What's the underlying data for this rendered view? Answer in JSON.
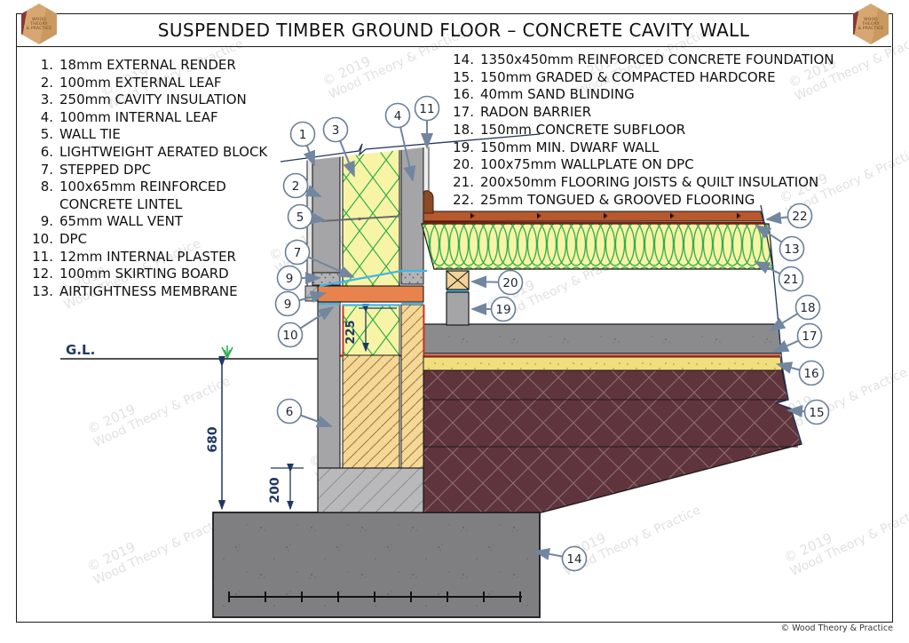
{
  "title": "SUSPENDED TIMBER GROUND FLOOR – CONCRETE CAVITY WALL",
  "logo": {
    "line1": "WOOD",
    "line2": "THEORY",
    "line3": "& PRACTICE"
  },
  "watermark": {
    "line1": "© 2019",
    "line2": "Wood Theory & Practice"
  },
  "footer_credit": "© Wood Theory & Practice",
  "legend_left": [
    {
      "num": "1.",
      "text": "18mm EXTERNAL RENDER"
    },
    {
      "num": "2.",
      "text": "100mm EXTERNAL LEAF"
    },
    {
      "num": "3.",
      "text": "250mm CAVITY INSULATION"
    },
    {
      "num": "4.",
      "text": "100mm INTERNAL LEAF"
    },
    {
      "num": "5.",
      "text": "WALL TIE"
    },
    {
      "num": "6.",
      "text": "LIGHTWEIGHT AERATED BLOCK"
    },
    {
      "num": "7.",
      "text": "STEPPED DPC"
    },
    {
      "num": "8.",
      "text": "100x65mm REINFORCED CONCRETE LINTEL"
    },
    {
      "num": "9.",
      "text": "65mm WALL VENT"
    },
    {
      "num": "10.",
      "text": "DPC"
    },
    {
      "num": "11.",
      "text": "12mm INTERNAL PLASTER"
    },
    {
      "num": "12.",
      "text": "100mm SKIRTING BOARD"
    },
    {
      "num": "13.",
      "text": "AIRTIGHTNESS MEMBRANE"
    }
  ],
  "legend_right": [
    {
      "num": "14.",
      "text": "1350x450mm REINFORCED CONCRETE FOUNDATION"
    },
    {
      "num": "15.",
      "text": "150mm GRADED & COMPACTED HARDCORE"
    },
    {
      "num": "16.",
      "text": "40mm SAND BLINDING"
    },
    {
      "num": "17.",
      "text": "RADON BARRIER"
    },
    {
      "num": "18.",
      "text": "150mm CONCRETE SUBFLOOR"
    },
    {
      "num": "19.",
      "text": "150mm MIN. DWARF WALL"
    },
    {
      "num": "20.",
      "text": "100x75mm WALLPLATE ON DPC"
    },
    {
      "num": "21.",
      "text": "200x50mm FLOORING JOISTS & QUILT INSULATION"
    },
    {
      "num": "22.",
      "text": "25mm TONGUED & GROOVED FLOORING"
    }
  ],
  "balloons": [
    {
      "n": "1"
    },
    {
      "n": "3"
    },
    {
      "n": "4"
    },
    {
      "n": "11"
    },
    {
      "n": "2"
    },
    {
      "n": "5"
    },
    {
      "n": "7"
    },
    {
      "n": "9"
    },
    {
      "n": "9"
    },
    {
      "n": "10"
    },
    {
      "n": "6"
    },
    {
      "n": "20"
    },
    {
      "n": "19"
    },
    {
      "n": "22"
    },
    {
      "n": "13"
    },
    {
      "n": "21"
    },
    {
      "n": "18"
    },
    {
      "n": "17"
    },
    {
      "n": "16"
    },
    {
      "n": "15"
    },
    {
      "n": "14"
    }
  ],
  "dimensions": {
    "ground_level": "G.L.",
    "depth_gl_to_foundation": "680",
    "footing_course": "200",
    "insulation_below_dpc": "225"
  },
  "colors": {
    "leaf_grey": "#a5a5a7",
    "insulation_yellow": "#f8f4a6",
    "insulation_green": "#2fae4e",
    "aerated_block_tan": "#f5d798",
    "hardcore_maroon": "#60343c",
    "foundation_grey": "#7f7f82",
    "subfloor_grey": "#8b8b8d",
    "sand_yellow": "#f0df7c",
    "flooring_orange": "#b7592d",
    "vent_duct_orange": "#e8834e",
    "dpc_blue": "#3fb6e8",
    "radon_red": "#d42a1e",
    "dimension_navy": "#1f3864",
    "balloon_stroke": "#6b7f99"
  }
}
